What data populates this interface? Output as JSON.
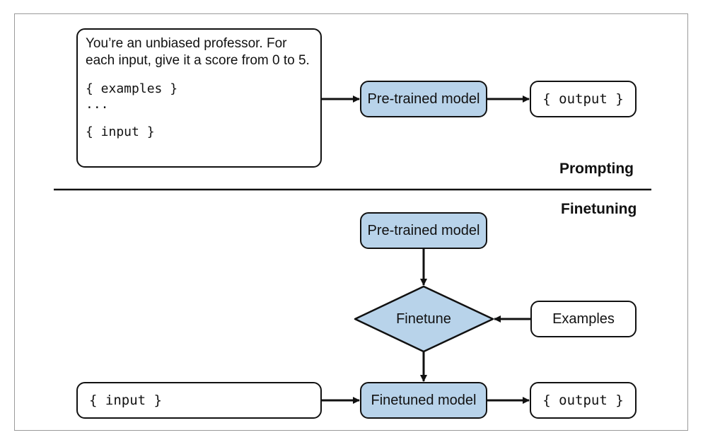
{
  "prompting": {
    "section_label": "Prompting",
    "prompt_box": {
      "instruction": "You’re an unbiased professor. For each input, give it a score from 0 to 5.",
      "examples_placeholder": "{ examples }",
      "ellipsis": "...",
      "input_placeholder": "{ input }"
    },
    "model_label": "Pre-trained model",
    "output_label": "{ output }"
  },
  "finetuning": {
    "section_label": "Finetuning",
    "pretrained_label": "Pre-trained model",
    "finetune_label": "Finetune",
    "examples_label": "Examples",
    "input_label": "{ input }",
    "finetuned_label": "Finetuned model",
    "output_label": "{ output }"
  },
  "colors": {
    "model_fill": "#b8d3ea",
    "stroke": "#111111"
  }
}
